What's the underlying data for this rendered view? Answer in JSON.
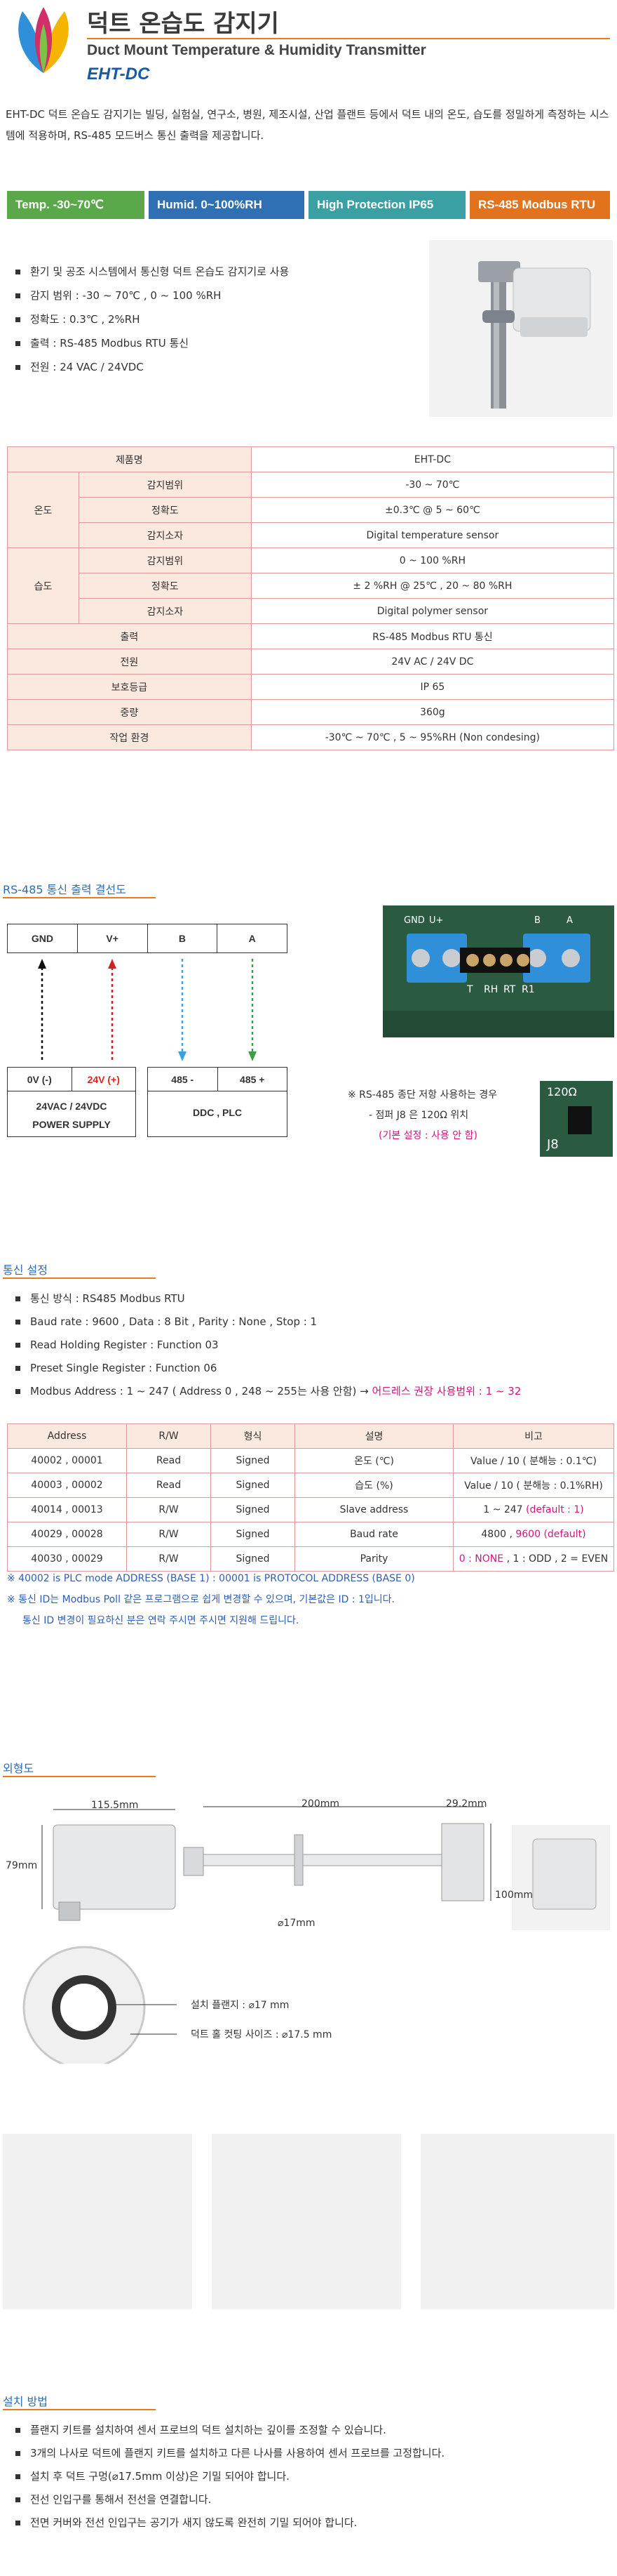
{
  "header": {
    "title_ko": "덕트 온습도 감지기",
    "title_en": "Duct Mount Temperature & Humidity Transmitter",
    "model": "EHT-DC"
  },
  "intro": "EHT-DC 덕트 온습도 감지기는 빌딩, 실험실, 연구소, 병원, 제조시설, 산업 플랜트 등에서 덕트 내의 온도, 습도를 정밀하게 측정하는 시스템에 적용하며, RS-485 모드버스 통신 출력을 제공합니다.",
  "tags": [
    {
      "label": "Temp.    -30~70℃",
      "color": "#5aa84a"
    },
    {
      "label": "Humid.   0~100%RH",
      "color": "#2f6fb3"
    },
    {
      "label": "High Protection  IP65",
      "color": "#3aa0a4"
    },
    {
      "label": "RS-485 Modbus RTU",
      "color": "#e2731e"
    }
  ],
  "features": [
    "환기 및 공조 시스템에서 통신형 덕트 온습도 감지기로 사용",
    "감지 범위 :  -30 ~ 70℃ , 0 ~ 100 %RH",
    "정확도 :  0.3℃ , 2%RH",
    "출력 :  RS-485 Modbus RTU 통신",
    "전원 :  24 VAC / 24VDC"
  ],
  "spec": {
    "model_label": "제품명",
    "model_value": "EHT-DC",
    "temp_group": "온도",
    "humid_group": "습도",
    "range_label": "감지범위",
    "accuracy_label": "정확도",
    "sensor_label": "감지소자",
    "temp_range": "-30 ~ 70℃",
    "temp_accuracy": "±0.3℃  @ 5 ~ 60℃",
    "temp_sensor": "Digital temperature sensor",
    "humid_range": "0 ~ 100 %RH",
    "humid_accuracy": "± 2 %RH  @ 25℃ ,  20 ~ 80 %RH",
    "humid_sensor": "Digital polymer sensor",
    "output_label": "출력",
    "output_value": "RS-485 Modbus RTU 통신",
    "power_label": "전원",
    "power_value": "24V AC  /  24V DC",
    "protect_label": "보호등급",
    "protect_value": "IP 65",
    "weight_label": "중량",
    "weight_value": "360g",
    "env_label": "작업 환경",
    "env_value": "-30℃ ~ 70℃  ,  5 ~ 95%RH (Non condesing)"
  },
  "wiring": {
    "section_title": "RS-485 통신 출력 결선도",
    "terminals": [
      "GND",
      "V+",
      "B",
      "A"
    ],
    "ps_0v": "0V (-)",
    "ps_24v": "24V (+)",
    "ps_name": "24VAC / 24VDC\nPOWER SUPPLY",
    "ddc_minus": "485 -",
    "ddc_plus": "485 +",
    "ddc_name": "DDC , PLC",
    "board_labels": [
      "GND",
      "U+",
      "B",
      "A",
      "T",
      "RH",
      "RT",
      "R1"
    ],
    "jumper_label": "120Ω",
    "jumper_name": "J8",
    "note1": "※  RS-485 종단 저항 사용하는 경우",
    "note2": "- 점퍼 J8 은 120Ω 위치",
    "note3": "(기본 설정 : 사용 안 함)"
  },
  "comm": {
    "section_title": "통신 설정",
    "items": [
      "통신 방식 :   RS485 Modbus RTU",
      "Baud rate : 9600  ,  Data : 8 Bit  ,  Parity : None  ,  Stop : 1",
      "Read Holding Register :   Function  03",
      "Preset Single Register :   Function  06"
    ],
    "addr_item_a": "Modbus Address :  1 ~ 247 ( Address 0 , 248 ~ 255는 사용 안함)  →",
    "addr_item_b": " 어드레스 권장 사용범위 : 1 ~ 32",
    "headers": [
      "Address",
      "R/W",
      "형식",
      "설명",
      "비고"
    ],
    "rows": [
      [
        "40002 , 00001",
        "Read",
        "Signed",
        "온도 (℃)",
        "Value / 10   ( 분해능 : 0.1℃)"
      ],
      [
        "40003 , 00002",
        "Read",
        "Signed",
        "습도 (%)",
        "Value / 10   ( 분해능 : 0.1%RH)"
      ],
      [
        "40014 , 00013",
        "R/W",
        "Signed",
        "Slave address",
        "1 ~ 247 ",
        "(default : 1)"
      ],
      [
        "40029 , 00028",
        "R/W",
        "Signed",
        "Baud rate",
        "4800 , ",
        "9600 (default)"
      ],
      [
        "40030 , 00029",
        "R/W",
        "Signed",
        "Parity",
        "0 : NONE",
        " ,  1 : ODD ,  2 = EVEN"
      ]
    ],
    "note1": "※  40002 is PLC mode ADDRESS (BASE 1) : 00001 is PROTOCOL ADDRESS (BASE 0)",
    "note2": "※  통신 ID는 Modbus Poll 같은 프로그램으로 쉽게 변경할 수 있으며, 기본값은 ID : 1입니다.",
    "note3": "통신 ID 변경이 필요하신 분은 연락 주시면 주시면 지원해 드립니다."
  },
  "dims": {
    "section_title": "외형도",
    "width": "115.5mm",
    "height": "79mm",
    "probe": "200mm",
    "depth": "29.2mm",
    "probe_h": "100mm",
    "diam": "⌀17mm",
    "flange": "설치 플랜지 :  ⌀17 mm",
    "hole": "덕트 홀 컷팅 사이즈 :  ⌀17.5 mm"
  },
  "install": {
    "section_title": "설치 방법",
    "items": [
      "플랜지 키트를 설치하여 센서 프로브의 덕트 설치하는 깊이를 조정할 수 있습니다.",
      "3개의 나사로 덕트에 플랜지 키트를 설치하고 다른 나사를 사용하여 센서 프로브를 고정합니다.",
      "설치 후 덕트 구멍(⌀17.5mm 이상)은 기밀 되어야 합니다.",
      "전선 인입구를 통해서 전선을 연결합니다.",
      "전면 커버와 전선 인입구는 공기가 새지 않도록 완전히 기밀 되어야 합니다."
    ]
  }
}
